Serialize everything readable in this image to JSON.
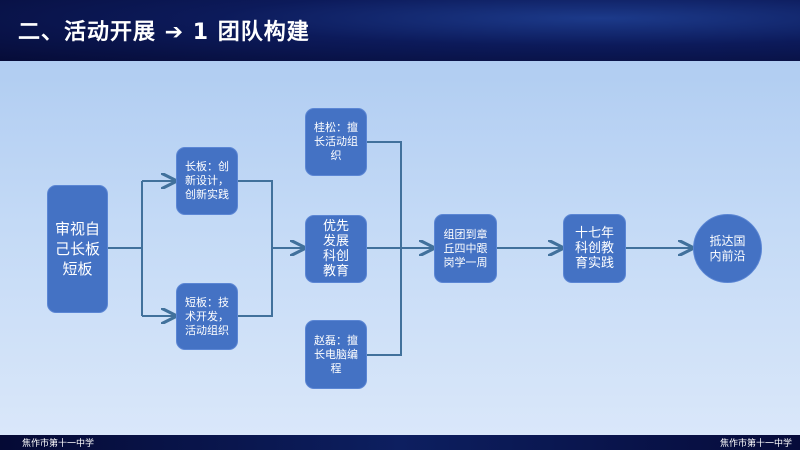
{
  "header": {
    "title": "二、活动开展 ➔ 1 团队构建"
  },
  "diagram": {
    "start": "审视自己长板短板",
    "long_board": "长板：创新设计，创新实践",
    "short_board": "短板：技术开发，活动组织",
    "gui_song": "桂松：擅长活动组织",
    "priority": "优先发展科创教育",
    "zhao_lei": "赵磊：擅长电脑编程",
    "team_visit": "组团到章丘四中跟岗学一周",
    "practice": "十七年科创教育实践",
    "goal": "抵达国内前沿"
  },
  "footer": {
    "left": "焦作市第十一中学",
    "right": "焦作市第十一中学"
  },
  "colors": {
    "box": "#4472c4",
    "connector": "#41719c"
  }
}
